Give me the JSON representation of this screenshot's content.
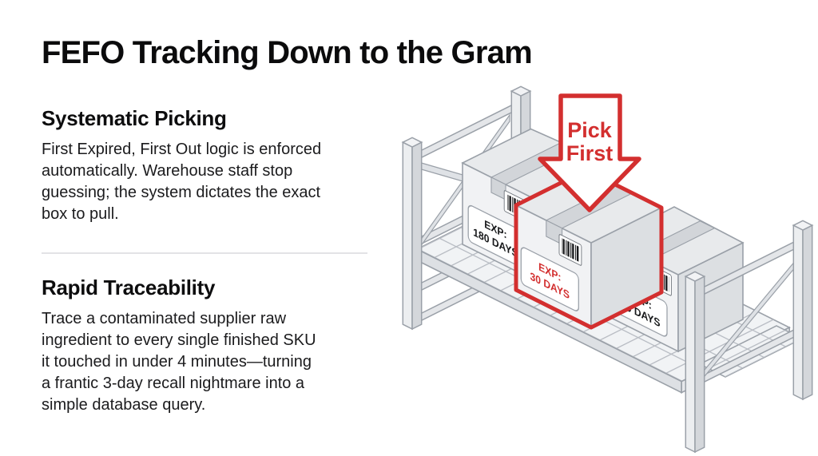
{
  "slide": {
    "title": "FEFO Tracking Down to the Gram",
    "sections": [
      {
        "heading": "Systematic Picking",
        "body_lines": [
          "First Expired, First Out logic is enforced",
          "automatically. Warehouse staff stop",
          "guessing; the system dictates the exact",
          "box to pull."
        ]
      },
      {
        "heading": "Rapid Traceability",
        "body_lines": [
          "Trace a contaminated supplier raw",
          "ingredient to every single finished SKU",
          "it touched in under 4 minutes—turning",
          "a frantic 3-day recall nightmare into a",
          "simple database query."
        ]
      }
    ]
  },
  "illustration": {
    "description": "isometric warehouse rack with three boxes, FEFO pick order",
    "arrow": {
      "line1": "Pick",
      "line2": "First"
    },
    "boxes": [
      {
        "id": "box-180-days",
        "line1": "EXP:",
        "line2": "180 DAYS",
        "highlighted": false
      },
      {
        "id": "box-30-days",
        "line1": "EXP:",
        "line2": "30 DAYS",
        "highlighted": true
      },
      {
        "id": "box-90-days",
        "line1": "EXP:",
        "line2": "90 DAYS",
        "highlighted": false
      }
    ],
    "colors": {
      "accent_red": "#d32f2f",
      "rack_outline": "#9aa0a8",
      "label_text": "#17181a"
    }
  }
}
